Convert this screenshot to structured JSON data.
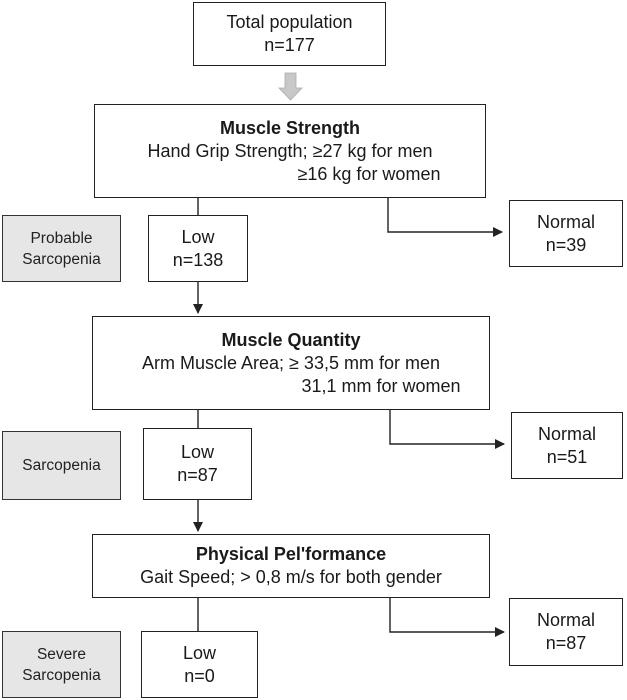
{
  "total": {
    "line1": "Total population",
    "line2": "n=177"
  },
  "strength": {
    "title": "Muscle Strength",
    "line1": "Hand Grip Strength; ≥27 kg for men",
    "line2": "≥16 kg for women",
    "low": {
      "line1": "Low",
      "line2": "n=138"
    },
    "normal": {
      "line1": "Normal",
      "line2": "n=39"
    },
    "label": {
      "line1": "Probable",
      "line2": "Sarcopenia"
    }
  },
  "quantity": {
    "title": "Muscle Quantity",
    "line1": "Arm Muscle Area; ≥ 33,5 mm for men",
    "line2": "31,1 mm for women",
    "low": {
      "line1": "Low",
      "line2": "n=87"
    },
    "normal": {
      "line1": "Normal",
      "line2": "n=51"
    },
    "label": {
      "line1": "Sarcopenia"
    }
  },
  "performance": {
    "title": "Physical Pel'formance",
    "line1": "Gait Speed; > 0,8 m/s for both gender",
    "low": {
      "line1": "Low",
      "line2": "n=0"
    },
    "normal": {
      "line1": "Normal",
      "line2": "n=87"
    },
    "label": {
      "line1": "Severe",
      "line2": "Sarcopenia"
    }
  },
  "colors": {
    "line": "#222222",
    "gray_box": "#e6e6e6",
    "gray_arrow": "#c8c8c8"
  }
}
